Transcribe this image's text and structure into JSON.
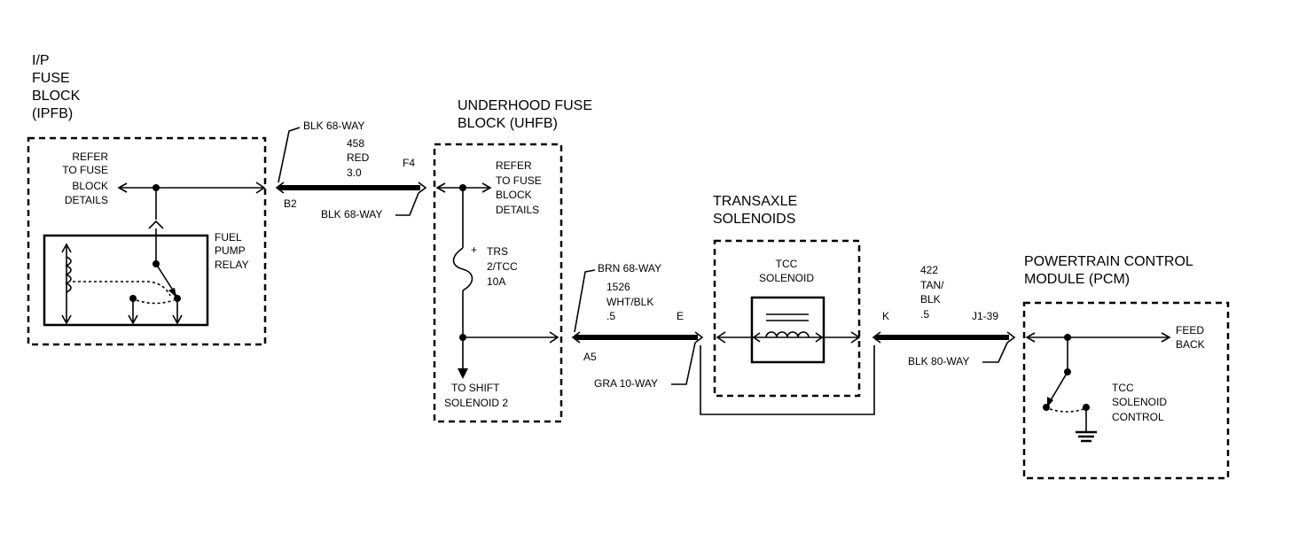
{
  "ipfb": {
    "title_lines": [
      "I/P",
      "FUSE",
      "BLOCK",
      "(IPFB)"
    ],
    "refer_lines": [
      "REFER",
      "TO FUSE",
      "BLOCK",
      "DETAILS"
    ],
    "relay_lines": [
      "FUEL",
      "PUMP",
      "RELAY"
    ]
  },
  "wire_458": {
    "conn_top": "BLK 68-WAY",
    "circuit": "458",
    "color": "RED",
    "size": "3.0",
    "pin_left": "B2",
    "pin_right": "F4",
    "conn_bottom": "BLK 68-WAY"
  },
  "uhfb": {
    "title_lines": [
      "UNDERHOOD FUSE",
      "BLOCK (UHFB)"
    ],
    "refer_lines": [
      "REFER",
      "TO FUSE",
      "BLOCK",
      "DETAILS"
    ],
    "fuse_lines": [
      "TRS",
      "2/TCC",
      "10A"
    ],
    "shift_lines": [
      "TO SHIFT",
      "SOLENOID 2"
    ]
  },
  "wire_1526": {
    "conn_top": "BRN 68-WAY",
    "circuit": "1526",
    "color": "WHT/BLK",
    "size": ".5",
    "pin_left": "A5",
    "pin_right": "E",
    "conn_bottom": "GRA 10-WAY"
  },
  "transaxle": {
    "title_lines": [
      "TRANSAXLE",
      "SOLENOIDS"
    ],
    "tcc_lines": [
      "TCC",
      "SOLENOID"
    ]
  },
  "wire_422": {
    "circuit": "422",
    "color_lines": [
      "TAN/",
      "BLK"
    ],
    "size": ".5",
    "pin_left": "K",
    "pin_right": "J1-39",
    "conn_bottom": "BLK 80-WAY"
  },
  "pcm": {
    "title_lines": [
      "POWERTRAIN CONTROL",
      "MODULE (PCM)"
    ],
    "feed_lines": [
      "FEED",
      "BACK"
    ],
    "control_lines": [
      "TCC",
      "SOLENOID",
      "CONTROL"
    ]
  }
}
